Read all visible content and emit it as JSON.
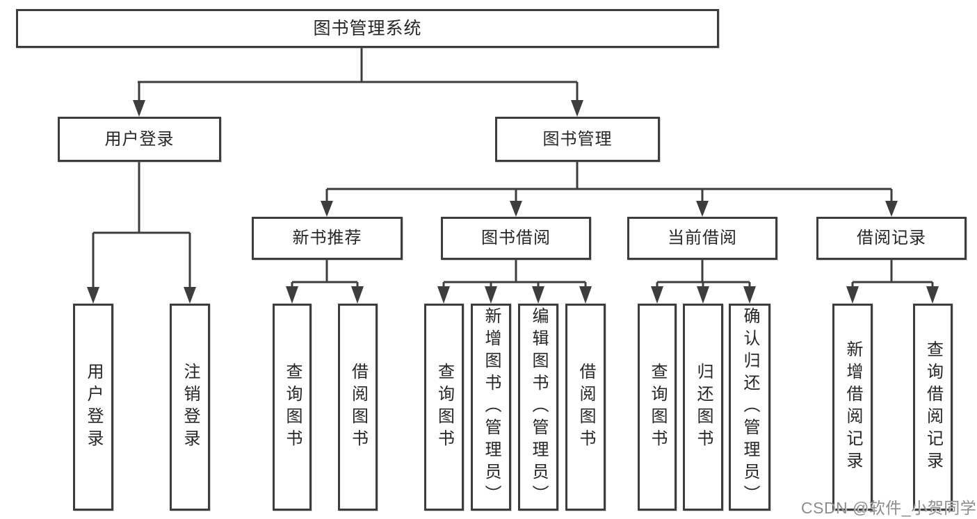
{
  "diagram": {
    "root": {
      "label": "图书管理系统",
      "children": [
        {
          "label": "用户登录",
          "children": [
            {
              "label": "用户登录"
            },
            {
              "label": "注销登录"
            }
          ]
        },
        {
          "label": "图书管理",
          "children": [
            {
              "label": "新书推荐",
              "children": [
                {
                  "label": "查询图书"
                },
                {
                  "label": "借阅图书"
                }
              ]
            },
            {
              "label": "图书借阅",
              "children": [
                {
                  "label": "查询图书"
                },
                {
                  "label": "新增图书（管理员）"
                },
                {
                  "label": "编辑图书（管理员）"
                },
                {
                  "label": "借阅图书"
                }
              ]
            },
            {
              "label": "当前借阅",
              "children": [
                {
                  "label": "查询图书"
                },
                {
                  "label": "归还图书"
                },
                {
                  "label": "确认归还（管理员）"
                }
              ]
            },
            {
              "label": "借阅记录",
              "children": [
                {
                  "label": "新增借阅记录"
                },
                {
                  "label": "查询借阅记录"
                }
              ]
            }
          ]
        }
      ]
    }
  },
  "watermark": {
    "text": "CSDN @软件_小贺同学"
  },
  "colors": {
    "line": "#3d3d3d",
    "text": "#262626",
    "watermark": "#8c8c8c",
    "background": "#ffffff"
  }
}
